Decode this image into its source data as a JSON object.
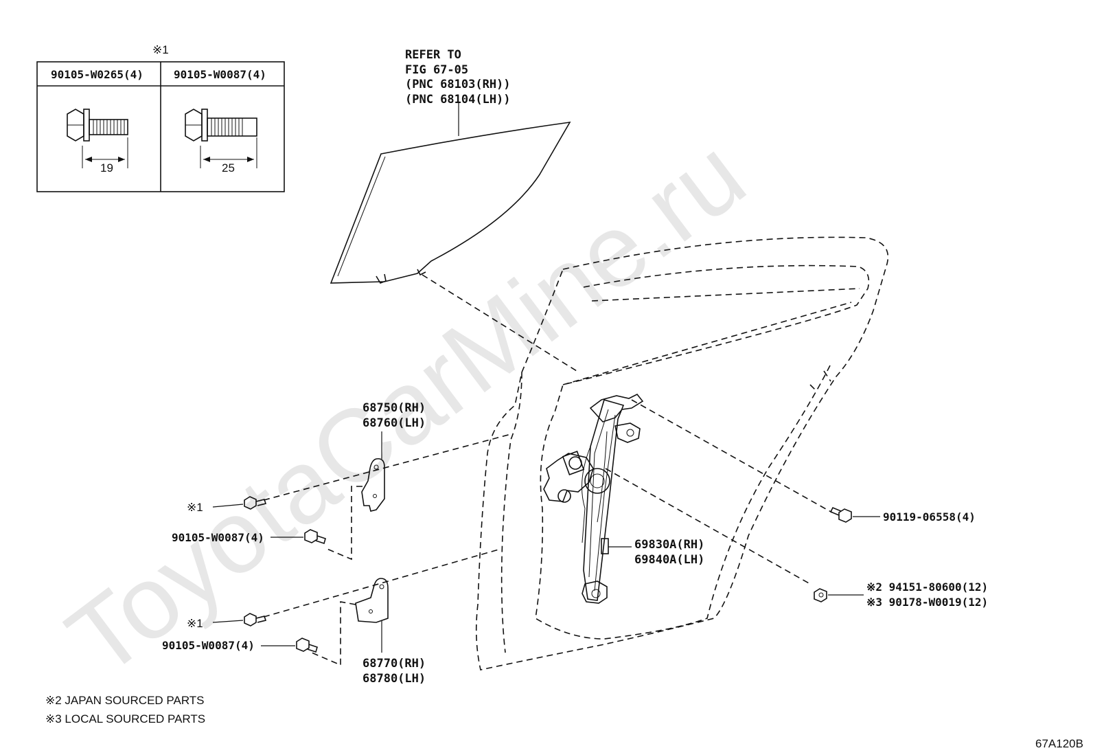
{
  "watermark": "ToyotaCarMine.ru",
  "inset": {
    "marker": "※1",
    "headers": [
      "90105-W0265(4)",
      "90105-W0087(4)"
    ],
    "dimensions": [
      "19",
      "25"
    ]
  },
  "callouts": {
    "glass_ref": [
      "REFER TO",
      "FIG 67-05",
      "(PNC 68103(RH))",
      "(PNC 68104(LH))"
    ],
    "upper_hinge_ref": [
      "68750(RH)",
      "68760(LH)"
    ],
    "lower_hinge_ref": [
      "68770(RH)",
      "68780(LH)"
    ],
    "regulator_ref": [
      "69830A(RH)",
      "69840A(LH)"
    ],
    "mark1_upper": "※1",
    "mark1_lower": "※1",
    "bolt_upper": "90105-W0087(4)",
    "bolt_lower": "90105-W0087(4)",
    "bolt_right": "90119-06558(4)",
    "nut_japan": "※2 94151-80600(12)",
    "nut_local": "※3 90178-W0019(12)"
  },
  "legend": [
    "※2  JAPAN SOURCED PARTS",
    "※3  LOCAL SOURCED PARTS"
  ],
  "figure_code": "67A120B"
}
